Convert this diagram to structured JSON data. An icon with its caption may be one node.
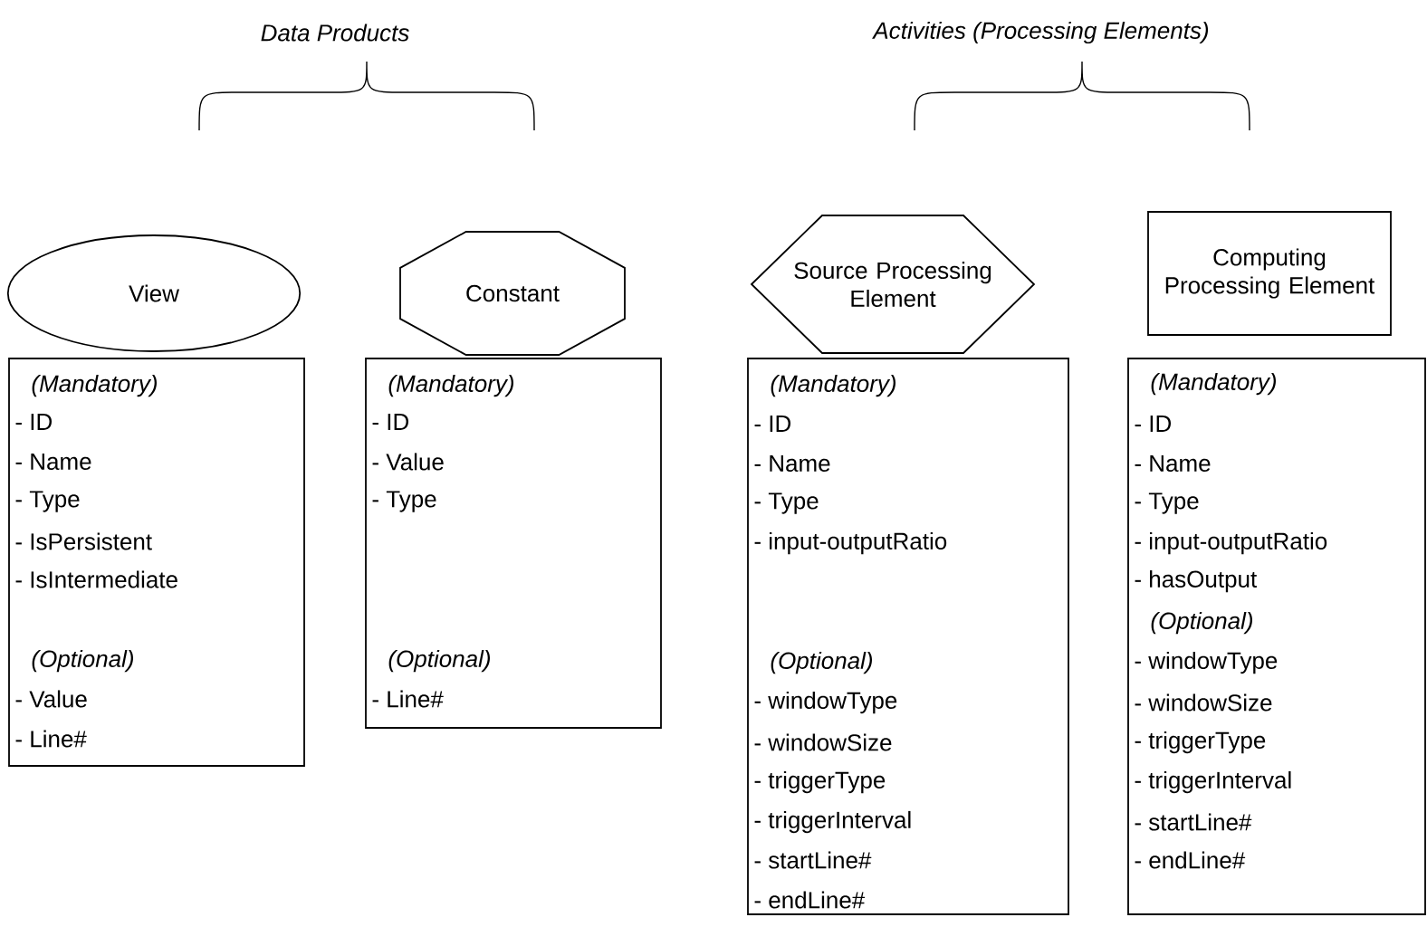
{
  "diagram": {
    "nodes": [
      {
        "text": [
          "View"
        ]
      },
      {
        "text": [
          "Constant"
        ]
      },
      {
        "text": [
          "Source Processing Element"
        ]
      },
      {
        "text": [
          "Computing Processing Element"
        ]
      },
      {
        "text": [
          "(Mandatory)",
          "- ID",
          "- Name",
          "- Type",
          "- IsPersistent",
          "- IsIntermediate",
          "(Optional)",
          "- Value",
          "- Line#"
        ]
      },
      {
        "text": [
          "(Mandatory)",
          "- ID",
          "- Value",
          "- Type",
          "(Optional)",
          "- Line#"
        ]
      },
      {
        "text": [
          "(Mandatory)",
          "- ID",
          "- Name",
          "- Type",
          "- input-outputRatio",
          "(Optional)",
          "- windowType",
          "- windowSize",
          "- triggerType",
          "- triggerInterval",
          "- startLine#",
          "- endLine#"
        ]
      },
      {
        "text": [
          "(Mandatory)",
          "- ID",
          "- Name",
          "- Type",
          "- input-outputRatio",
          "- hasOutput",
          "(Optional)",
          "- windowType",
          "- windowSize",
          "- triggerType",
          "- triggerInterval",
          "- startLine#",
          "- endLine#"
        ]
      }
    ],
    "labels": [
      "Data Products",
      "Activities (Processing Elements)"
    ]
  }
}
